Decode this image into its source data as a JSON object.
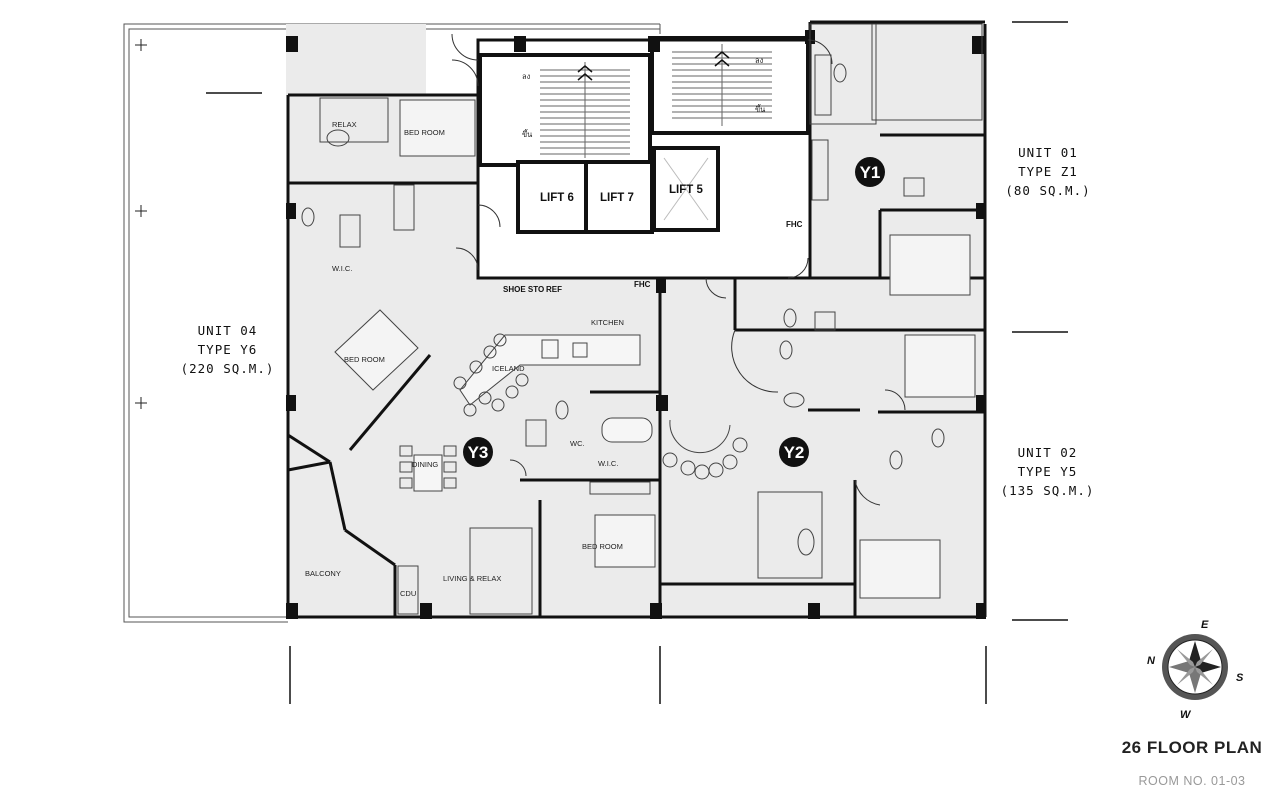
{
  "title": "26  FLOOR PLAN",
  "subtitle": "ROOM NO. 01-03",
  "units": [
    {
      "id": "unit-01",
      "lines": [
        "UNIT 01",
        "TYPE Z1",
        "(80 SQ.M.)"
      ]
    },
    {
      "id": "unit-02",
      "lines": [
        "UNIT 02",
        "TYPE Y5",
        "(135 SQ.M.)"
      ]
    },
    {
      "id": "unit-04",
      "lines": [
        "UNIT 04",
        "TYPE Y6",
        "(220 SQ.M.)"
      ]
    }
  ],
  "badges": [
    "Y1",
    "Y2",
    "Y3"
  ],
  "lifts": [
    "LIFT 6",
    "LIFT 7",
    "LIFT 5"
  ],
  "rooms": {
    "relax": "RELAX",
    "bedroom": "BED ROOM",
    "wic": "W.I.C.",
    "wc": "WC.",
    "kitchen": "KITCHEN",
    "iceland": "ICELAND",
    "dining": "DINING",
    "balcony": "BALCONY",
    "cdu": "CDU",
    "living": "LIVING & RELAX",
    "shoe": "SHOE STO",
    "ref": "REF",
    "fhc": "FHC",
    "stair_up": "ขึ้น",
    "stair_down": "ลง"
  },
  "compass": {
    "n": "N",
    "e": "E",
    "s": "S",
    "w": "W"
  },
  "colors": {
    "wall": "#111111",
    "floor": "#ebebeb",
    "badge": "#111111",
    "core": "#ffffff"
  }
}
